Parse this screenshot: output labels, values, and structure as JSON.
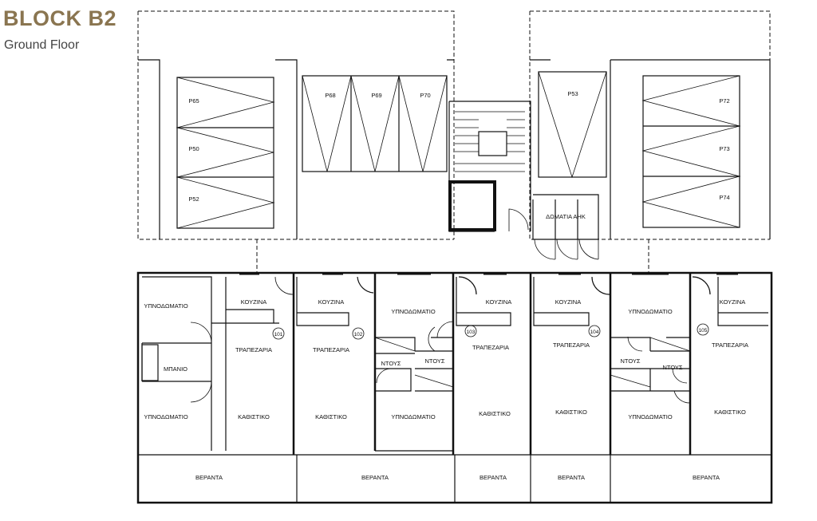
{
  "header": {
    "title": "BLOCK B2",
    "subtitle": "Ground Floor"
  },
  "parking": [
    "P65",
    "P50",
    "P52",
    "P68",
    "P69",
    "P70",
    "P53",
    "P72",
    "P73",
    "P74"
  ],
  "utility_room": "ΔΩΜΑΤΙΑ ΑΗΚ",
  "units": [
    "101",
    "102",
    "103",
    "104",
    "105"
  ],
  "rooms": {
    "bedroom": "ΥΠΝΟΔΩΜΑΤΙΟ",
    "kitchen": "ΚΟΥΖΙΝΑ",
    "dining": "ΤΡΑΠΕΖΑΡΙΑ",
    "living": "ΚΑΘΙΣΤΙΚΟ",
    "bathroom": "ΜΠΑΝΙΟ",
    "shower": "ΝΤΟΥΣ",
    "veranda": "ΒΕΡΑΝΤΑ"
  }
}
